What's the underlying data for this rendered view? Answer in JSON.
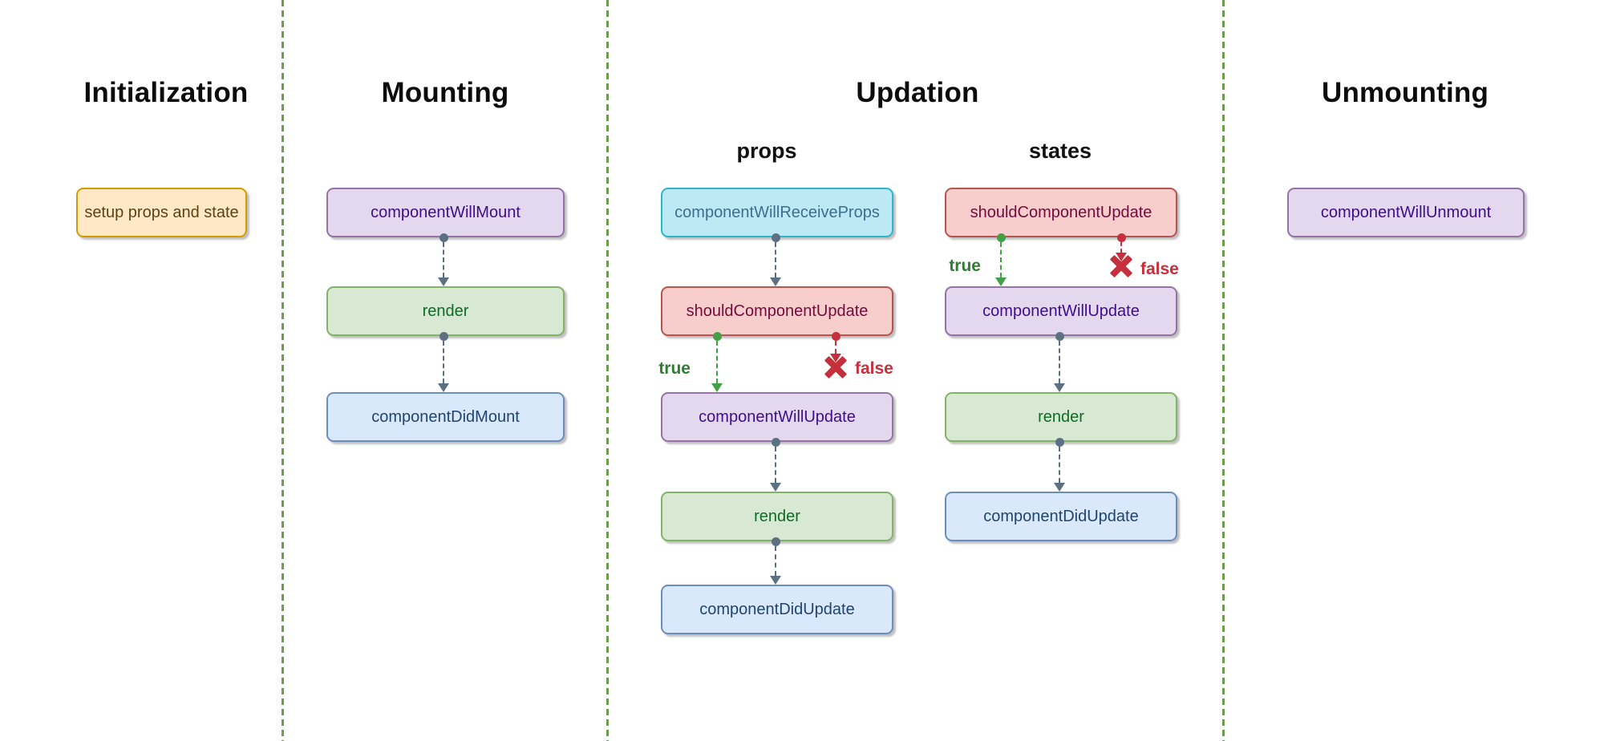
{
  "titles": {
    "initialization": "Initialization",
    "mounting": "Mounting",
    "updation": "Updation",
    "unmounting": "Unmounting"
  },
  "subheaders": {
    "props": "props",
    "states": "states"
  },
  "nodes": {
    "init_setup": "setup props and state",
    "mount_will_mount": "componentWillMount",
    "mount_render": "render",
    "mount_did_mount": "componentDidMount",
    "props_will_receive_props": "componentWillReceiveProps",
    "props_should_update": "shouldComponentUpdate",
    "props_will_update": "componentWillUpdate",
    "props_render": "render",
    "props_did_update": "componentDidUpdate",
    "states_should_update": "shouldComponentUpdate",
    "states_will_update": "componentWillUpdate",
    "states_render": "render",
    "states_did_update": "componentDidUpdate",
    "unmount_will_unmount": "componentWillUnmount"
  },
  "branch_labels": {
    "true_label": "true",
    "false_label": "false"
  },
  "icons": {
    "connector_start": "dot",
    "connector_end": "arrowhead-down",
    "false_x": "x-mark"
  },
  "colors": {
    "background": "#ffffff",
    "divider_green": "#6e9c4e",
    "connector_gray": "#5c7083",
    "branch_true_arrow": "#43a047",
    "branch_true_label": "#2f7d32",
    "branch_false_red": "#c5303c",
    "node_orange_fill": "#ffe8c5",
    "node_orange_stroke": "#d79b00",
    "node_orange_text": "#5d4215",
    "node_purple_fill": "#e3d8ee",
    "node_purple_stroke": "#9673a6",
    "node_purple_text": "#400d8c",
    "node_green_fill": "#d7e9d3",
    "node_green_stroke": "#82b366",
    "node_green_text": "#0e6b24",
    "node_blue_fill": "#dae8fc",
    "node_blue_stroke": "#6c8ebf",
    "node_blue_text": "#20456f",
    "node_cyan_fill": "#bde9f4",
    "node_cyan_stroke": "#2fb6ce",
    "node_cyan_text": "#3d6e90",
    "node_red_fill": "#f8cecc",
    "node_red_stroke": "#b85450",
    "node_red_text": "#740a3c"
  }
}
